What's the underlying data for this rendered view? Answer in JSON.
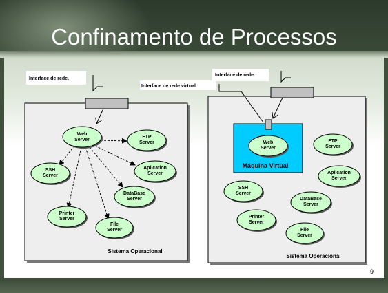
{
  "slide": {
    "title": "Confinamento de Processos",
    "page_number": "9"
  },
  "left": {
    "interface_label": "Interface de rede.",
    "os_label": "Sistema Operacional",
    "servers": {
      "web": [
        "Web",
        "Server"
      ],
      "ftp": [
        "FTP",
        "Server"
      ],
      "ssh": [
        "SSH",
        "Server"
      ],
      "aplication": [
        "Aplication",
        "Server"
      ],
      "database": [
        "DataBase",
        "Server"
      ],
      "printer": [
        "Printer",
        "Server"
      ],
      "file": [
        "File",
        "Server"
      ]
    }
  },
  "right": {
    "interface_label": "Interface de rede.",
    "virtual_interface_label": "Interface de rede virtual",
    "vm_label": "Máquina Virtual",
    "os_label": "Sistema Operacional",
    "servers": {
      "web": [
        "Web",
        "Server"
      ],
      "ftp": [
        "FTP",
        "Server"
      ],
      "aplication": [
        "Aplication",
        "Server"
      ],
      "ssh": [
        "SSH",
        "Server"
      ],
      "database": [
        "DataBase",
        "Server"
      ],
      "printer": [
        "Printer",
        "Server"
      ],
      "file": [
        "File",
        "Server"
      ]
    }
  },
  "colors": {
    "server_fill": "#ccffcc",
    "vm_fill": "#00ccff",
    "interface_fill": "#c0c0c0",
    "title_text": "#ffffff"
  }
}
